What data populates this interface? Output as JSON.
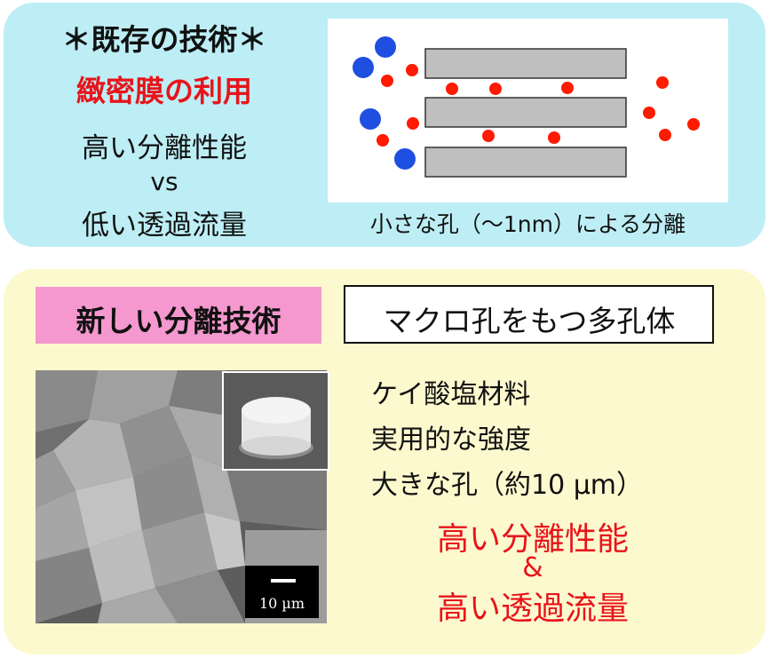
{
  "top": {
    "title": "＊既存の技術＊",
    "subtitle": "緻密膜の利用",
    "line1": "高い分離性能",
    "vs": "vs",
    "line2": "低い透過流量",
    "caption": "小さな孔（～1nm）による分離"
  },
  "bottom": {
    "tag_new": "新しい分離技術",
    "tag_macro": "マクロ孔をもつ多孔体",
    "features": [
      "ケイ酸塩材料",
      "実用的な強度",
      "大きな孔（約10 µm）"
    ],
    "result1": "高い分離性能",
    "amp": "&",
    "result2": "高い透過流量",
    "scale_label": "10 µm"
  },
  "colors": {
    "top_bg": "#bdeef5",
    "bottom_bg": "#fdf9cf",
    "red_text": "#e8141b",
    "tag_pink": "#f598cf",
    "blue_particle": "#1f4fe0",
    "red_particle": "#ff1a00",
    "membrane_gray": "#bfbfbf"
  }
}
